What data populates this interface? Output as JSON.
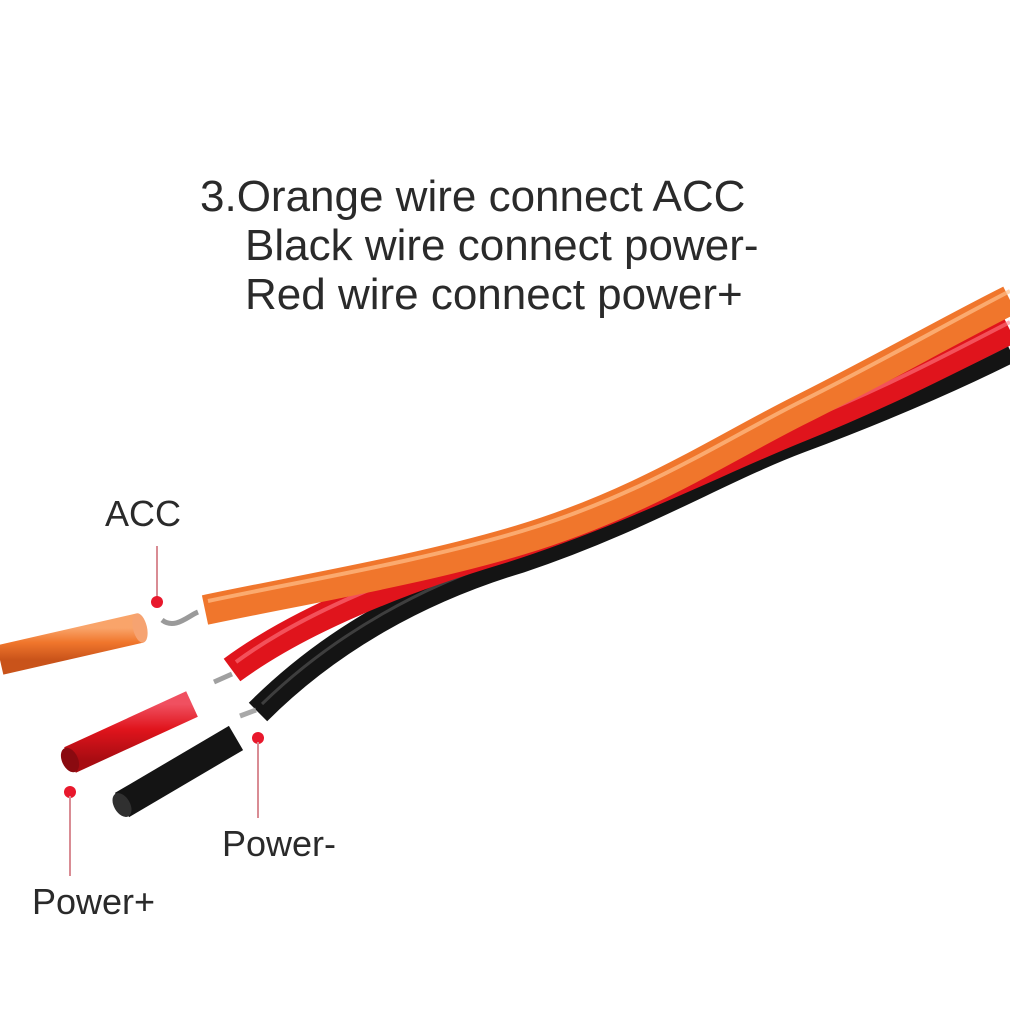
{
  "instructions": {
    "line1": "3.Orange wire connect ACC",
    "line2": "Black wire connect power-",
    "line3": "Red wire connect power+"
  },
  "callouts": {
    "acc": "ACC",
    "power_minus": "Power-",
    "power_plus": "Power+"
  },
  "colors": {
    "orange_wire": "#f0762c",
    "red_wire": "#e0141c",
    "black_wire": "#141414",
    "marker": "#e8182c",
    "leader_line": "#d98c94",
    "text": "#2a2a2a"
  }
}
